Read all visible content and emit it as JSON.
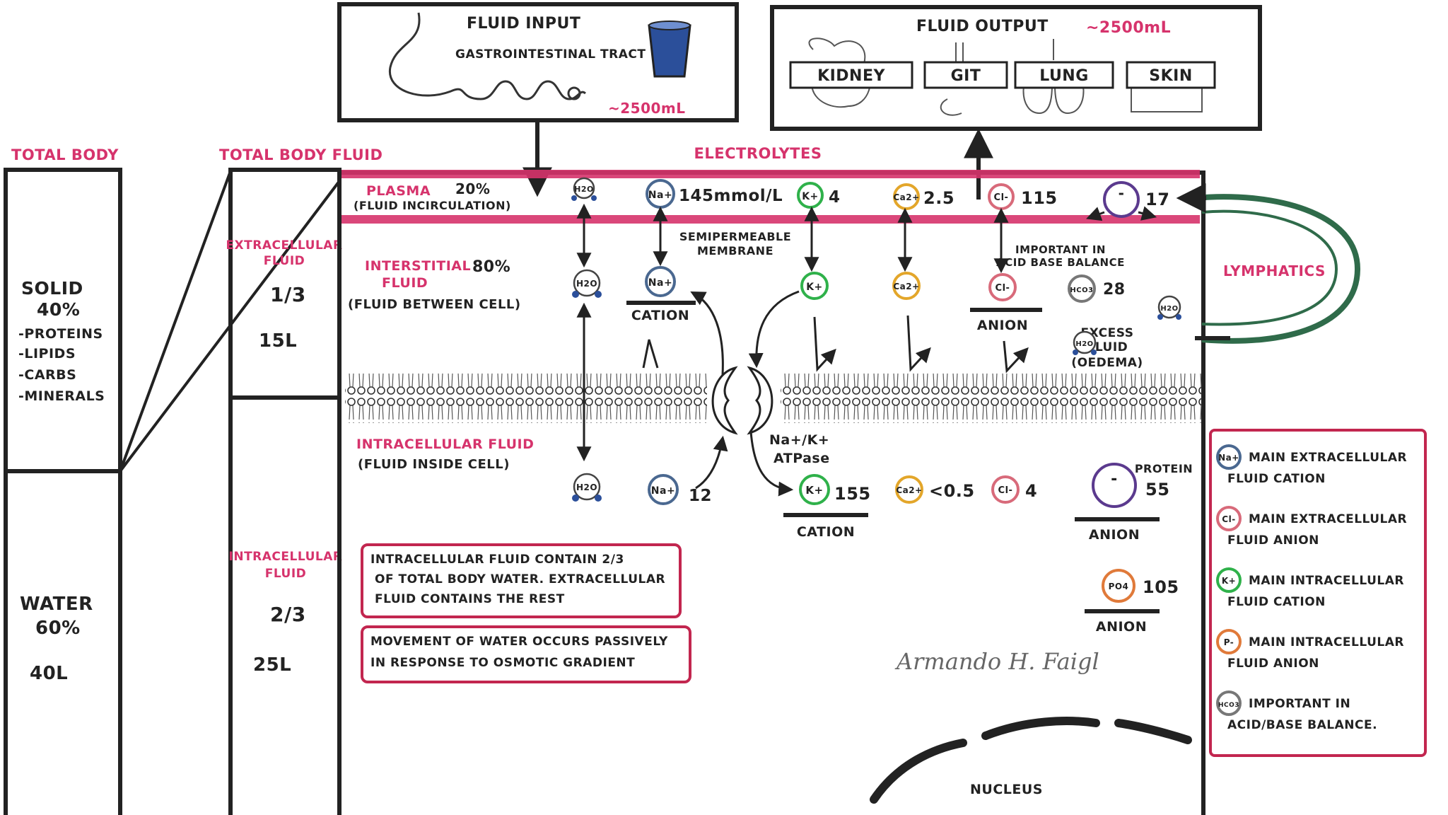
{
  "colors": {
    "pink": "#d6336c",
    "sodium": "#4a6890",
    "potassium": "#2fb14a",
    "calcium": "#e3a62a",
    "chloride": "#d86a7a",
    "protein": "#5b3a8e",
    "phosphate": "#e07a3a",
    "bicarbonate": "#777777",
    "lymph": "#2f6b4a",
    "water": "#2b4f9a"
  },
  "fluid_input": {
    "title": "FLUID INPUT",
    "tract": "GASTROINTESTINAL TRACT",
    "amount": "~2500mL"
  },
  "fluid_output": {
    "title": "FLUID OUTPUT",
    "amount": "~2500mL",
    "organs": [
      "KIDNEY",
      "GIT",
      "LUNG",
      "SKIN"
    ]
  },
  "total_body": {
    "label": "TOTAL BODY",
    "solid_title": "SOLID",
    "solid_pct": "40%",
    "solid_items": [
      "-PROTEINS",
      "-LIPIDS",
      "-CARBS",
      "-MINERALS"
    ],
    "water_title": "WATER",
    "water_pct": "60%",
    "water_vol": "40L"
  },
  "total_body_fluid": {
    "label": "TOTAL BODY FLUID",
    "ecf_title_1": "EXTRACELLULAR",
    "ecf_title_2": "FLUID",
    "ecf_frac": "1/3",
    "ecf_vol": "15L",
    "icf_title_1": "INTRACELLULAR",
    "icf_title_2": "FLUID",
    "icf_frac": "2/3",
    "icf_vol": "25L"
  },
  "electrolytes_title": "ELECTROLYTES",
  "plasma": {
    "name": "PLASMA",
    "pct": "20%",
    "note": "(FLUID INCIRCULATION)",
    "na": "145mmol/L",
    "k": "4",
    "ca": "2.5",
    "cl": "115",
    "protein": "17"
  },
  "membrane_label_1": "SEMIPERMEABLE",
  "membrane_label_2": "MEMBRANE",
  "interstitial": {
    "name": "INTERSTITIAL",
    "pct": "80%",
    "name2": "FLUID",
    "note": "(FLUID BETWEEN CELL)",
    "acid_note_1": "IMPORTANT IN",
    "acid_note_2": "ACID BASE BALANCE",
    "hco3": "28",
    "excess_1": "EXCESS",
    "excess_2": "FLUID",
    "excess_3": "(OEDEMA)",
    "cation": "CATION",
    "anion": "ANION"
  },
  "pump_label_1": "Na+/K+",
  "pump_label_2": "ATPase",
  "intracellular": {
    "name": "INTRACELLULAR FLUID",
    "note": "(FLUID INSIDE CELL)",
    "na": "12",
    "k": "155",
    "ca": "<0.5",
    "cl": "4",
    "protein_label": "PROTEIN",
    "protein": "55",
    "po4": "105",
    "cation": "CATION",
    "anion": "ANION",
    "anion2": "ANION"
  },
  "lymphatics": "LYMPHATICS",
  "notes": [
    [
      "INTRACELLULAR FLUID CONTAIN 2/3",
      "OF TOTAL BODY WATER. EXTRACELLULAR",
      "FLUID CONTAINS THE REST"
    ],
    [
      "MOVEMENT OF WATER OCCURS PASSIVELY",
      "IN RESPONSE TO OSMOTIC GRADIENT"
    ]
  ],
  "signature": "Armando H. Faigl",
  "nucleus": "NUCLEUS",
  "legend": [
    {
      "ion": "Na+",
      "text1": "MAIN EXTRACELLULAR",
      "text2": "FLUID CATION",
      "color": "#4a6890"
    },
    {
      "ion": "Cl-",
      "text1": "MAIN EXTRACELLULAR",
      "text2": "FLUID ANION",
      "color": "#d86a7a"
    },
    {
      "ion": "K+",
      "text1": "MAIN INTRACELLULAR",
      "text2": "FLUID CATION",
      "color": "#2fb14a"
    },
    {
      "ion": "P-",
      "text1": "MAIN INTRACELLULAR",
      "text2": "FLUID ANION",
      "color": "#e07a3a"
    },
    {
      "ion": "HCO3",
      "text1": "IMPORTANT IN",
      "text2": "ACID/BASE BALANCE.",
      "color": "#777777"
    }
  ],
  "ions": {
    "h2o": "H2O",
    "na": "Na+",
    "k": "K+",
    "ca": "Ca2+",
    "cl": "Cl-",
    "hco3": "HCO3",
    "po4": "PO4"
  }
}
